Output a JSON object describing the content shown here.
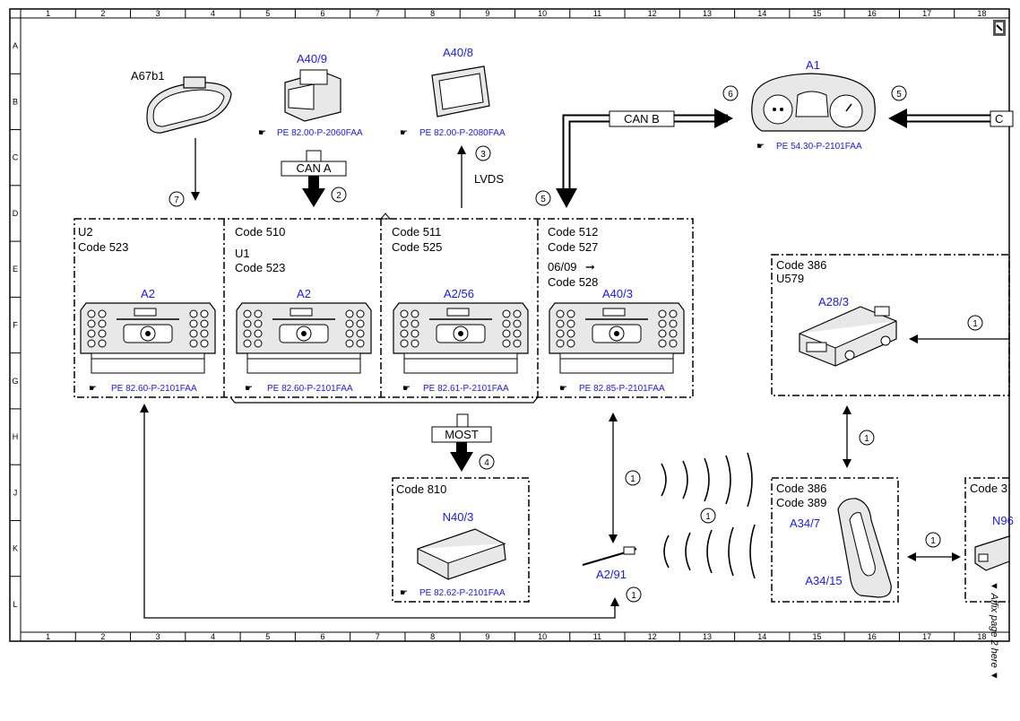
{
  "frame": {
    "cols": [
      "1",
      "2",
      "3",
      "4",
      "5",
      "6",
      "7",
      "8",
      "9",
      "10",
      "11",
      "12",
      "13",
      "14",
      "15",
      "16",
      "17",
      "18"
    ],
    "rows": [
      "A",
      "B",
      "C",
      "D",
      "E",
      "F",
      "G",
      "H",
      "J",
      "K",
      "L"
    ]
  },
  "components": {
    "a67b1": {
      "label": "A67b1"
    },
    "a40_9": {
      "label": "A40/9",
      "ref": "PE 82.00-P-2060FAA"
    },
    "a40_8": {
      "label": "A40/8",
      "ref": "PE 82.00-P-2080FAA"
    },
    "a1": {
      "label": "A1",
      "ref": "PE 54.30-P-2101FAA"
    },
    "unit1": {
      "code1": "U2",
      "code2": "Code 523",
      "label": "A2",
      "ref": "PE 82.60-P-2101FAA"
    },
    "unit2": {
      "code1": "Code 510",
      "code2": "U1",
      "code3": "Code 523",
      "label": "A2",
      "ref": "PE 82.60-P-2101FAA"
    },
    "unit3": {
      "code1": "Code 511",
      "code2": "Code 525",
      "label": "A2/56",
      "ref": "PE 82.61-P-2101FAA"
    },
    "unit4": {
      "code1": "Code 512",
      "code2": "Code 527",
      "code3": "06/09",
      "code4": "Code 528",
      "label": "A40/3",
      "ref": "PE 82.85-P-2101FAA"
    },
    "a28_3": {
      "code1": "Code 386",
      "code2": "U579",
      "label": "A28/3"
    },
    "n40_3": {
      "code1": "Code 810",
      "label": "N40/3",
      "ref": "PE 82.62-P-2101FAA"
    },
    "a34": {
      "code1": "Code 386",
      "code2": "Code 389",
      "label1": "A34/7",
      "label2": "A34/15"
    },
    "n96": {
      "code1": "Code 3",
      "label": "N96"
    },
    "a2_91": {
      "label": "A2/91"
    }
  },
  "buses": {
    "can_a": "CAN A",
    "can_b": "CAN B",
    "lvds": "LVDS",
    "most": "MOST",
    "c_partial": "C"
  },
  "markers": {
    "m1": "1",
    "m2": "2",
    "m3": "3",
    "m4": "4",
    "m5": "5",
    "m6": "6",
    "m7": "7"
  },
  "side_note": "▼ Affix page 2 here ▼",
  "colors": {
    "ref_blue": "#1a1ae6",
    "ink": "#000000"
  }
}
